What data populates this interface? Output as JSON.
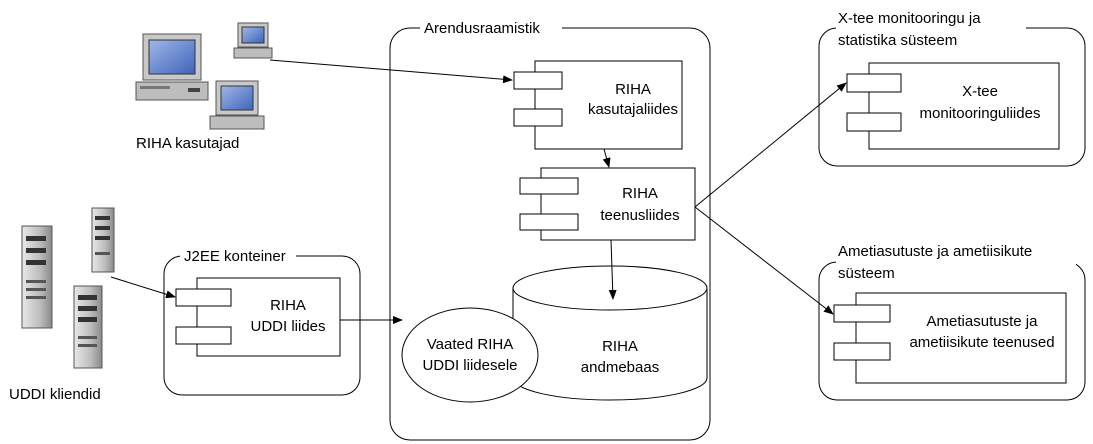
{
  "containers": {
    "arendus": "Arendusraamistik",
    "xtee_line1": "X-tee monitooringu ja",
    "xtee_line2": "statistika süsteem",
    "amet_line1": "Ametiasutuste ja ametiisikute",
    "amet_line2": "süsteem",
    "j2ee": "J2EE konteiner"
  },
  "components": {
    "kasutaja_l1": "RIHA",
    "kasutaja_l2": "kasutajaliides",
    "teenus_l1": "RIHA",
    "teenus_l2": "teenusliides",
    "uddi_l1": "RIHA",
    "uddi_l2": "UDDI liides",
    "xtee_l1": "X-tee",
    "xtee_l2": "monitooringuliides",
    "amet_l1": "Ametiasutuste ja",
    "amet_l2": "ametiisikute teenused"
  },
  "database": {
    "l1": "RIHA",
    "l2": "andmebaas"
  },
  "views": {
    "l1": "Vaated RIHA",
    "l2": "UDDI liidesele"
  },
  "actors": {
    "users": "RIHA kasutajad",
    "uddi_clients": "UDDI kliendid"
  }
}
